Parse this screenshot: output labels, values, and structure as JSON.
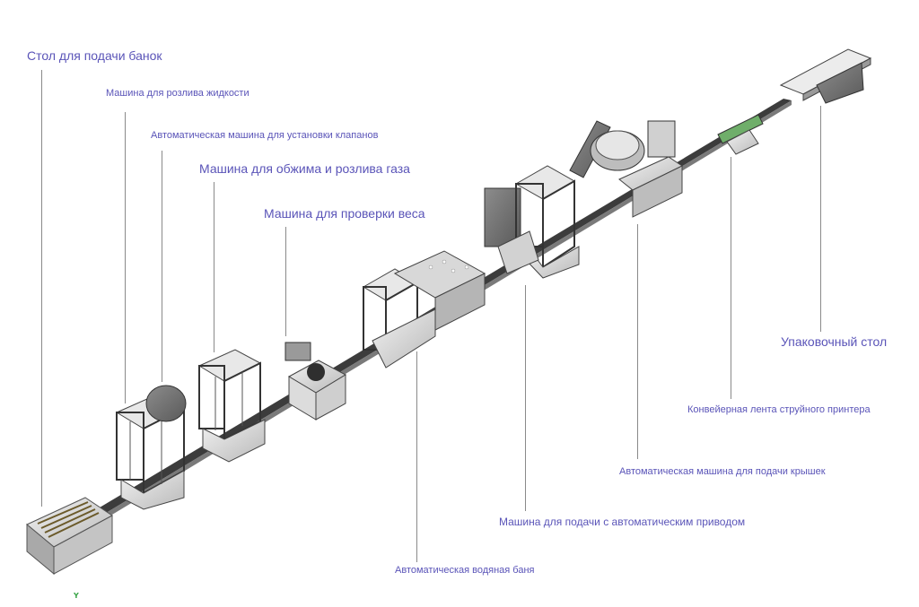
{
  "labels": {
    "can_feed_table": "Стол для подачи банок",
    "liquid_filling": "Машина для розлива жидкости",
    "valve_insertion": "Автоматическая машина для установки клапанов",
    "crimping_gas_filling": "Машина для обжима и розлива газа",
    "weight_check": "Машина для проверки веса",
    "water_bath": "Автоматическая водяная баня",
    "auto_feeder": "Машина для подачи с автоматическим приводом",
    "cap_feeding": "Автоматическая машина для подачи крышек",
    "inkjet_conveyor": "Конвейерная лента струйного принтера",
    "packing_table": "Упаковочный стол"
  },
  "axis_mark": "Y"
}
